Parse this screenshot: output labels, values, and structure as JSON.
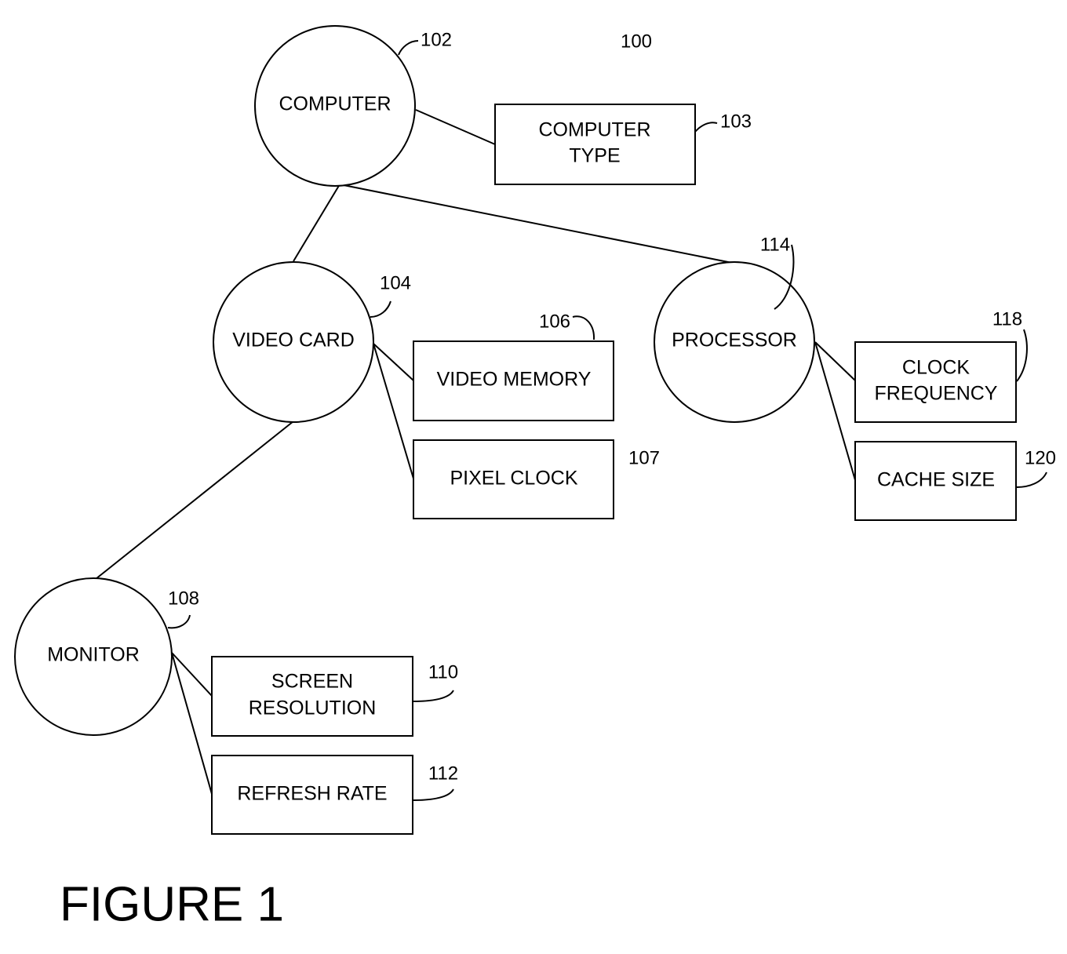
{
  "figure_number": "100",
  "caption": "FIGURE 1",
  "nodes": {
    "computer": {
      "lines": [
        "COMPUTER"
      ],
      "ref": "102"
    },
    "computer_type": {
      "lines": [
        "COMPUTER",
        "TYPE"
      ],
      "ref": "103"
    },
    "video_card": {
      "lines": [
        "VIDEO CARD"
      ],
      "ref": "104"
    },
    "video_memory": {
      "lines": [
        "VIDEO MEMORY"
      ],
      "ref": "106"
    },
    "pixel_clock": {
      "lines": [
        "PIXEL CLOCK"
      ],
      "ref": "107"
    },
    "monitor": {
      "lines": [
        "MONITOR"
      ],
      "ref": "108"
    },
    "screen_resolution": {
      "lines": [
        "SCREEN",
        "RESOLUTION"
      ],
      "ref": "110"
    },
    "refresh_rate": {
      "lines": [
        "REFRESH RATE"
      ],
      "ref": "112"
    },
    "processor": {
      "lines": [
        "PROCESSOR"
      ],
      "ref": "114"
    },
    "clock_frequency": {
      "lines": [
        "CLOCK",
        "FREQUENCY"
      ],
      "ref": "118"
    },
    "cache_size": {
      "lines": [
        "CACHE SIZE"
      ],
      "ref": "120"
    }
  },
  "edges": [
    [
      "computer",
      "computer_type"
    ],
    [
      "computer",
      "video_card"
    ],
    [
      "computer",
      "processor"
    ],
    [
      "video_card",
      "video_memory"
    ],
    [
      "video_card",
      "pixel_clock"
    ],
    [
      "video_card",
      "monitor"
    ],
    [
      "monitor",
      "screen_resolution"
    ],
    [
      "monitor",
      "refresh_rate"
    ],
    [
      "processor",
      "clock_frequency"
    ],
    [
      "processor",
      "cache_size"
    ]
  ]
}
